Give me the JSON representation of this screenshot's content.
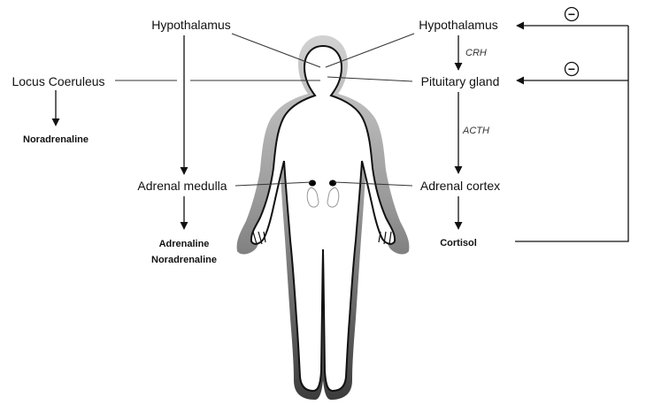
{
  "left": {
    "hypothalamus": "Hypothalamus",
    "locus_coeruleus": "Locus Coeruleus",
    "noradrenaline": "Noradrenaline",
    "adrenal_medulla": "Adrenal medulla",
    "adrenaline": "Adrenaline",
    "noradrenaline_2": "Noradrenaline"
  },
  "right": {
    "hypothalamus": "Hypothalamus",
    "crh": "CRH",
    "pituitary": "Pituitary gland",
    "acth": "ACTH",
    "adrenal_cortex": "Adrenal cortex",
    "cortisol": "Cortisol"
  },
  "feedback": {
    "sign_top": "−",
    "sign_mid": "−"
  },
  "colors": {
    "halo_outer": "#c8c8c8",
    "halo_inner": "#555555",
    "line": "#111111",
    "gland": "#000000"
  }
}
